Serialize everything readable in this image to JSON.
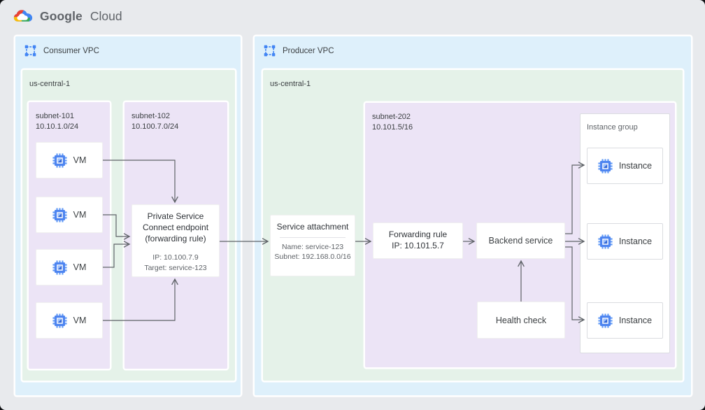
{
  "palette": {
    "background": "#e8eaed",
    "vpc_fill": "#def0fb",
    "region_fill": "#e5f2e9",
    "subnet_fill": "#ece4f6",
    "node_fill": "#ffffff",
    "node_border": "#dadce0",
    "arrow": "#5f6368",
    "icon_blue": "#4285f4",
    "google_red": "#ea4335",
    "google_yellow": "#fbbc05",
    "google_green": "#34a853"
  },
  "logo": {
    "google": "Google",
    "cloud": "Cloud"
  },
  "consumer_vpc": {
    "label": "Consumer VPC",
    "region": "us-central-1",
    "subnet_101": {
      "name": "subnet-101",
      "cidr": "10.10.1.0/24",
      "vms": [
        {
          "label": "VM"
        },
        {
          "label": "VM"
        },
        {
          "label": "VM"
        },
        {
          "label": "VM"
        }
      ]
    },
    "subnet_102": {
      "name": "subnet-102",
      "cidr": "10.100.7.0/24",
      "psc_endpoint": {
        "title": "Private Service Connect endpoint (forwarding rule)",
        "ip": "IP: 10.100.7.9",
        "target": "Target: service-123"
      }
    }
  },
  "producer_vpc": {
    "label": "Producer VPC",
    "region": "us-central-1",
    "service_attachment": {
      "title": "Service attachment",
      "name": "Name: service-123",
      "subnet": "Subnet: 192.168.0.0/16"
    },
    "subnet_202": {
      "name": "subnet-202",
      "cidr": "10.101.5/16",
      "forwarding_rule": {
        "title": "Forwarding rule",
        "ip": "IP: 10.101.5.7"
      },
      "backend_service": {
        "label": "Backend service"
      },
      "health_check": {
        "label": "Health check"
      },
      "instance_group": {
        "label": "Instance group",
        "instances": [
          {
            "label": "Instance"
          },
          {
            "label": "Instance"
          },
          {
            "label": "Instance"
          }
        ]
      }
    }
  }
}
